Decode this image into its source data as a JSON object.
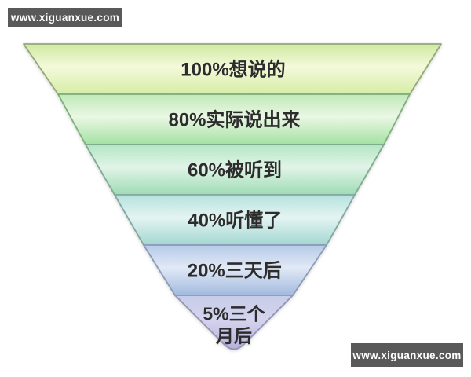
{
  "page": {
    "background": "#ffffff"
  },
  "watermarks": {
    "top_left": {
      "text": "www.xiguanxue.com",
      "bg_color": "#595959",
      "text_color": "#ffffff"
    },
    "bottom_right": {
      "text": "www.xiguanxue.com",
      "bg_color": "#595959",
      "text_color": "#ffffff"
    }
  },
  "chart_data": {
    "type": "funnel",
    "subtype": "inverted-pyramid",
    "title": "",
    "unit": "%",
    "categories": [
      "想说的",
      "实际说出来",
      "被听到",
      "听懂了",
      "三天后",
      "三个月后"
    ],
    "values": [
      100,
      80,
      60,
      40,
      20,
      5
    ],
    "labels": [
      "100%想说的",
      "80%实际说出来",
      "60%被听到",
      "40%听懂了",
      "20%三天后",
      "5%三个月后"
    ],
    "text_color": "#2c2c2c",
    "background": "#ffffff",
    "bands": [
      {
        "label": "100%想说的",
        "lines": [
          "100%想说的"
        ],
        "value": 100,
        "fill_top": "#cfeaa0",
        "fill_mid": "#f4f9da",
        "fill_bottom": "#d6eda6",
        "stroke": "#95a87b"
      },
      {
        "label": "80%实际说出来",
        "lines": [
          "80%实际说出来"
        ],
        "value": 80,
        "fill_top": "#bfeab8",
        "fill_mid": "#eaf7e4",
        "fill_bottom": "#a4e1a2",
        "stroke": "#7fae7e"
      },
      {
        "label": "60%被听到",
        "lines": [
          "60%被听到"
        ],
        "value": 60,
        "fill_top": "#b3e6c3",
        "fill_mid": "#e1f4e8",
        "fill_bottom": "#9edcb4",
        "stroke": "#7fab90"
      },
      {
        "label": "40%听懂了",
        "lines": [
          "40%听懂了"
        ],
        "value": 40,
        "fill_top": "#b5e2dc",
        "fill_mid": "#e4f4f2",
        "fill_bottom": "#a3d7d1",
        "stroke": "#85a8a5"
      },
      {
        "label": "20%三天后",
        "lines": [
          "20%三天后"
        ],
        "value": 20,
        "fill_top": "#b5cae7",
        "fill_mid": "#e1e9f6",
        "fill_bottom": "#a2bade",
        "stroke": "#8c9bb9"
      },
      {
        "label": "5%三个月后",
        "lines": [
          "5%三个",
          "月后"
        ],
        "value": 5,
        "fill_top": "#c6cce8",
        "fill_mid": "#d4d4ee",
        "fill_bottom": "#b4b2d8",
        "stroke": "#9492ba"
      }
    ]
  }
}
